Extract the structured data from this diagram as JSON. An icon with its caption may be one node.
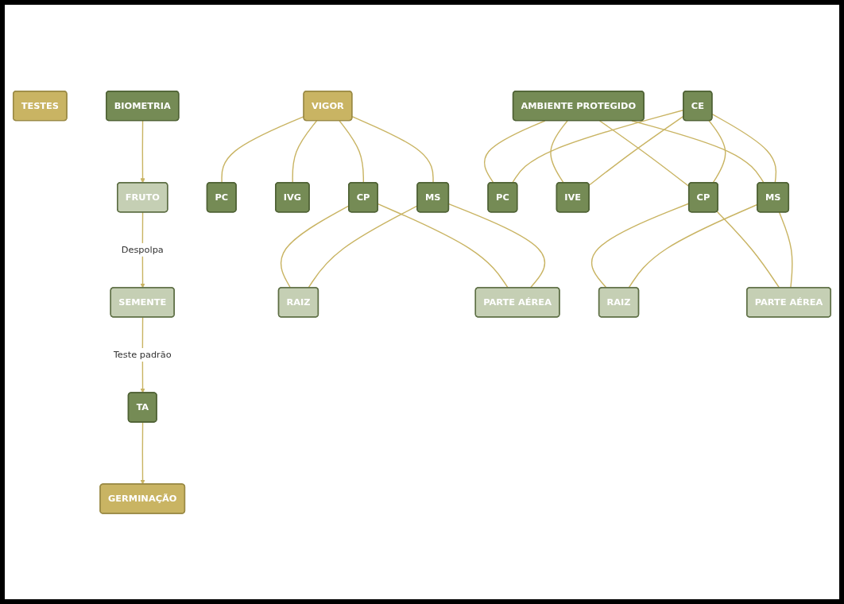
{
  "diagram": {
    "nodes": [
      {
        "text": [
          "TESTES"
        ]
      },
      {
        "text": [
          "BIOMETRIA"
        ]
      },
      {
        "text": [
          "FRUTO"
        ]
      },
      {
        "text": [
          "SEMENTE"
        ]
      },
      {
        "text": [
          "TA"
        ]
      },
      {
        "text": [
          "GERMINAÇÃO"
        ]
      },
      {
        "text": [
          "VIGOR"
        ]
      },
      {
        "text": [
          "PC"
        ]
      },
      {
        "text": [
          "IVG"
        ]
      },
      {
        "text": [
          "CP"
        ]
      },
      {
        "text": [
          "MS"
        ]
      },
      {
        "text": [
          "RAIZ"
        ]
      },
      {
        "text": [
          "PARTE AÉREA"
        ]
      },
      {
        "text": [
          "AMBIENTE PROTEGIDO"
        ]
      },
      {
        "text": [
          "CE"
        ]
      },
      {
        "text": [
          "PC"
        ]
      },
      {
        "text": [
          "IVE"
        ]
      },
      {
        "text": [
          "CP"
        ]
      },
      {
        "text": [
          "MS"
        ]
      },
      {
        "text": [
          "RAIZ"
        ]
      },
      {
        "text": [
          "PARTE AÉREA"
        ]
      }
    ],
    "edges": [
      {
        "from": 1,
        "to": 2,
        "arrow": "to"
      },
      {
        "from": 2,
        "to": 3,
        "arrow": "to",
        "label": "Despolpa"
      },
      {
        "from": 3,
        "to": 4,
        "arrow": "to",
        "label": "Teste padrão"
      },
      {
        "from": 4,
        "to": 5,
        "arrow": "to"
      },
      {
        "from": 6,
        "to": 7,
        "arrow": "none"
      },
      {
        "from": 6,
        "to": 8,
        "arrow": "none"
      },
      {
        "from": 6,
        "to": 9,
        "arrow": "none"
      },
      {
        "from": 6,
        "to": 10,
        "arrow": "none"
      },
      {
        "from": 9,
        "to": 11,
        "arrow": "none"
      },
      {
        "from": 9,
        "to": 12,
        "arrow": "none"
      },
      {
        "from": 10,
        "to": 11,
        "arrow": "none"
      },
      {
        "from": 10,
        "to": 12,
        "arrow": "none"
      },
      {
        "from": 13,
        "to": 15,
        "arrow": "none"
      },
      {
        "from": 13,
        "to": 16,
        "arrow": "none"
      },
      {
        "from": 13,
        "to": 17,
        "arrow": "none"
      },
      {
        "from": 13,
        "to": 18,
        "arrow": "none"
      },
      {
        "from": 14,
        "to": 15,
        "arrow": "none"
      },
      {
        "from": 14,
        "to": 16,
        "arrow": "none"
      },
      {
        "from": 14,
        "to": 17,
        "arrow": "none"
      },
      {
        "from": 14,
        "to": 18,
        "arrow": "none"
      },
      {
        "from": 17,
        "to": 19,
        "arrow": "none"
      },
      {
        "from": 17,
        "to": 20,
        "arrow": "none"
      },
      {
        "from": 18,
        "to": 19,
        "arrow": "none"
      },
      {
        "from": 18,
        "to": 20,
        "arrow": "none"
      }
    ]
  }
}
